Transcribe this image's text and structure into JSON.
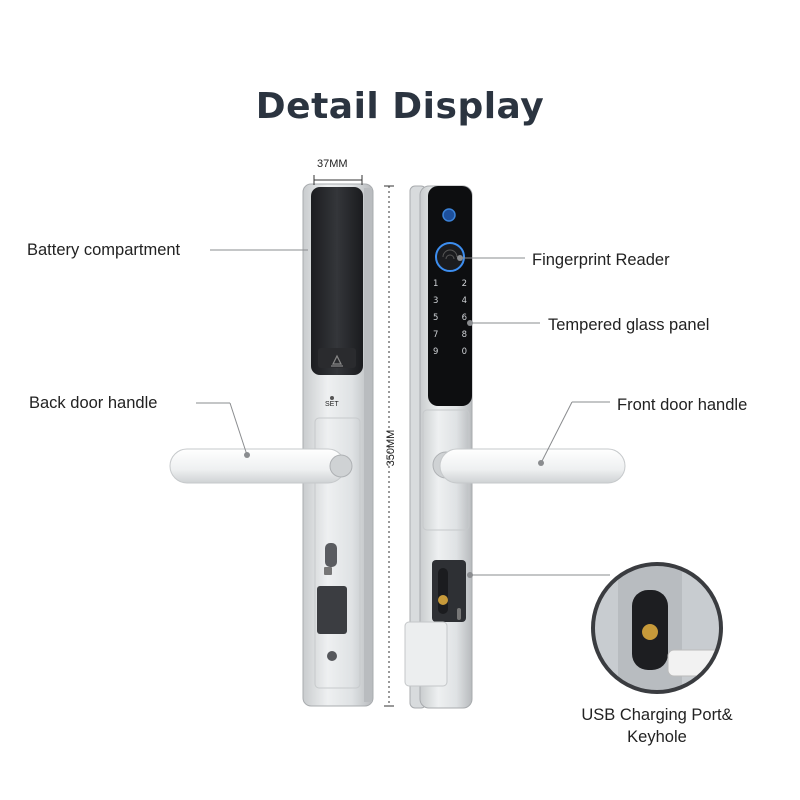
{
  "title": "Detail Display",
  "dimensions": {
    "width": "37MM",
    "height": "350MM"
  },
  "callouts": {
    "battery": "Battery compartment",
    "back_handle": "Back door handle",
    "fingerprint": "Fingerprint Reader",
    "glass_panel": "Tempered glass panel",
    "front_handle": "Front door handle",
    "usb_line1": "USB Charging Port&",
    "usb_line2": "Keyhole"
  },
  "keypad": {
    "keys": [
      "1",
      "2",
      "3",
      "4",
      "5",
      "6",
      "7",
      "8",
      "9",
      "0"
    ]
  },
  "back_panel": {
    "set_label": "SET"
  }
}
